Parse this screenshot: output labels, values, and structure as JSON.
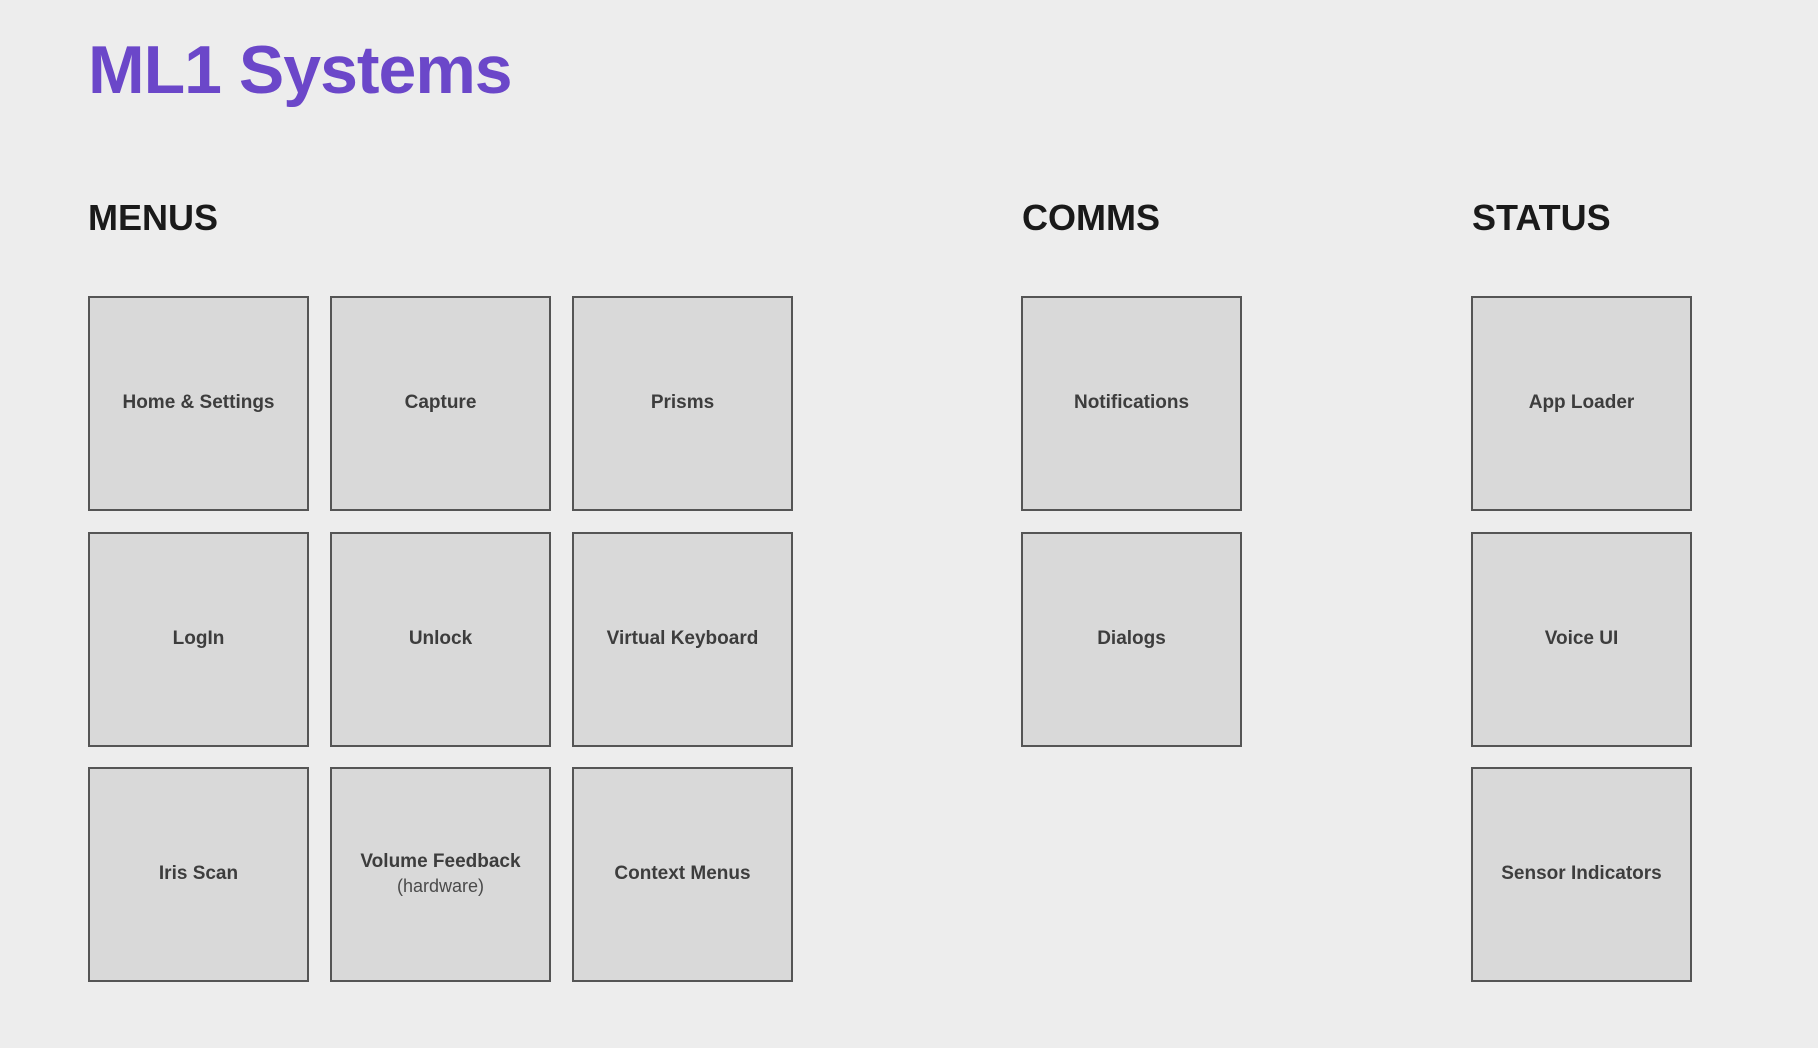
{
  "title": "ML1 Systems",
  "colors": {
    "title": "#6b47c9",
    "background": "#ededed",
    "tile_fill": "#d9d9d9",
    "tile_border": "#555555"
  },
  "sections": {
    "menus": {
      "heading": "MENUS",
      "tiles": [
        {
          "label": "Home & Settings"
        },
        {
          "label": "Capture"
        },
        {
          "label": "Prisms"
        },
        {
          "label": "LogIn"
        },
        {
          "label": "Unlock"
        },
        {
          "label": "Virtual Keyboard"
        },
        {
          "label": "Iris Scan"
        },
        {
          "label": "Volume Feedback",
          "sublabel": "(hardware)"
        },
        {
          "label": "Context Menus"
        }
      ]
    },
    "comms": {
      "heading": "COMMS",
      "tiles": [
        {
          "label": "Notifications"
        },
        {
          "label": "Dialogs"
        }
      ]
    },
    "status": {
      "heading": "STATUS",
      "tiles": [
        {
          "label": "App Loader"
        },
        {
          "label": "Voice UI"
        },
        {
          "label": "Sensor Indicators"
        }
      ]
    }
  }
}
